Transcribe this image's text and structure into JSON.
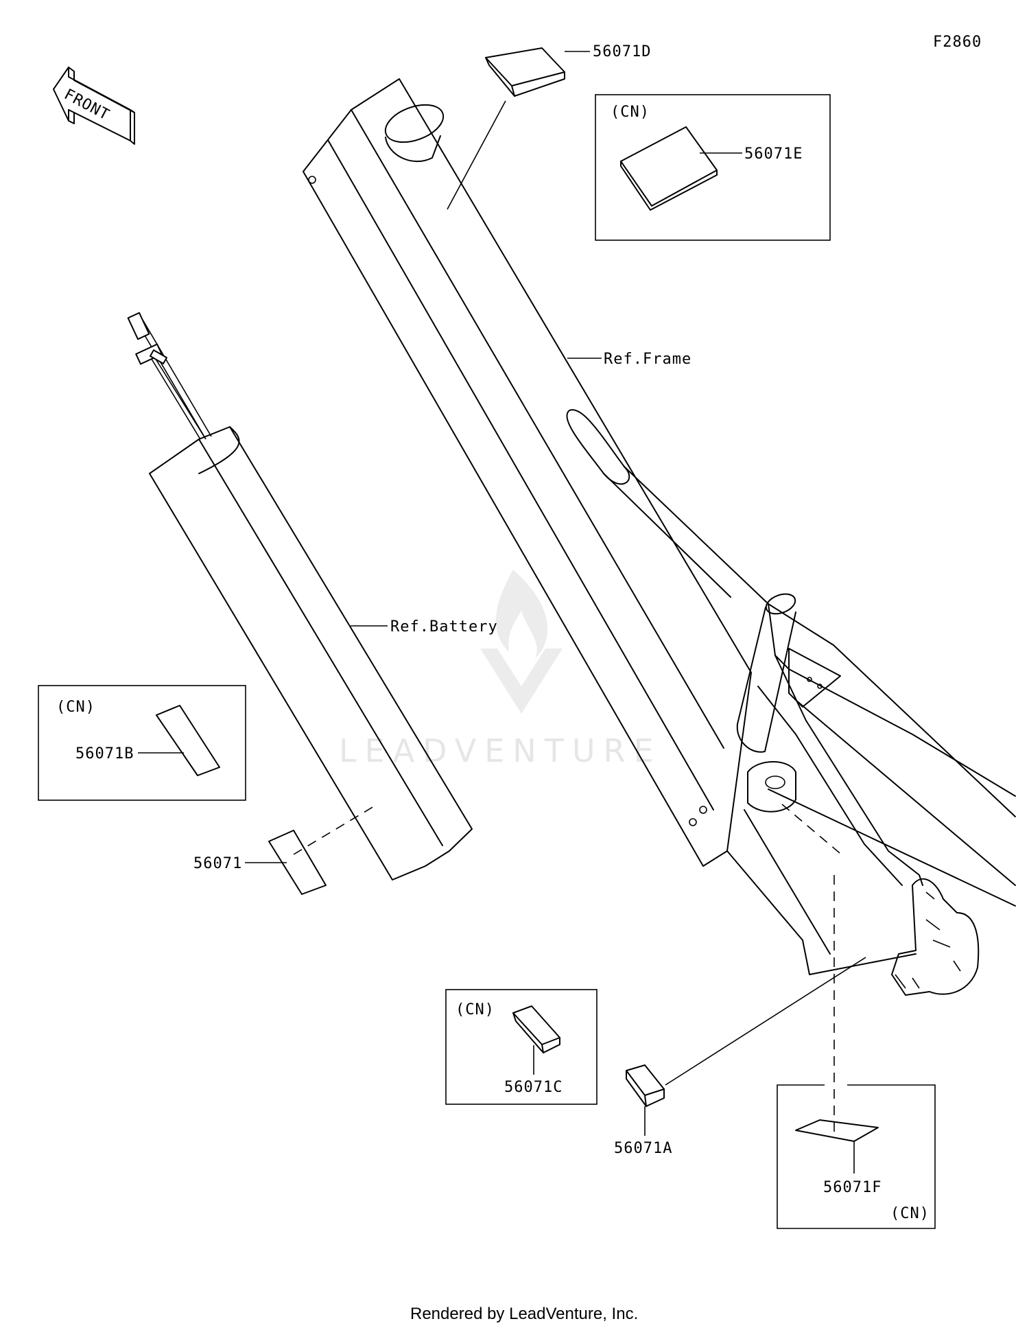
{
  "figure_code": "F2860",
  "front_label": "FRONT",
  "watermark": "LEADVENTURE",
  "footer": "Rendered by LeadVenture, Inc.",
  "references": {
    "frame": "Ref.Frame",
    "battery": "Ref.Battery"
  },
  "parts": [
    {
      "id": "p56071D",
      "number": "56071D"
    },
    {
      "id": "p56071E",
      "number": "56071E",
      "region": "(CN)"
    },
    {
      "id": "p56071B",
      "number": "56071B",
      "region": "(CN)"
    },
    {
      "id": "p56071",
      "number": "56071"
    },
    {
      "id": "p56071C",
      "number": "56071C",
      "region": "(CN)"
    },
    {
      "id": "p56071A",
      "number": "56071A"
    },
    {
      "id": "p56071F",
      "number": "56071F",
      "region": "(CN)"
    }
  ]
}
